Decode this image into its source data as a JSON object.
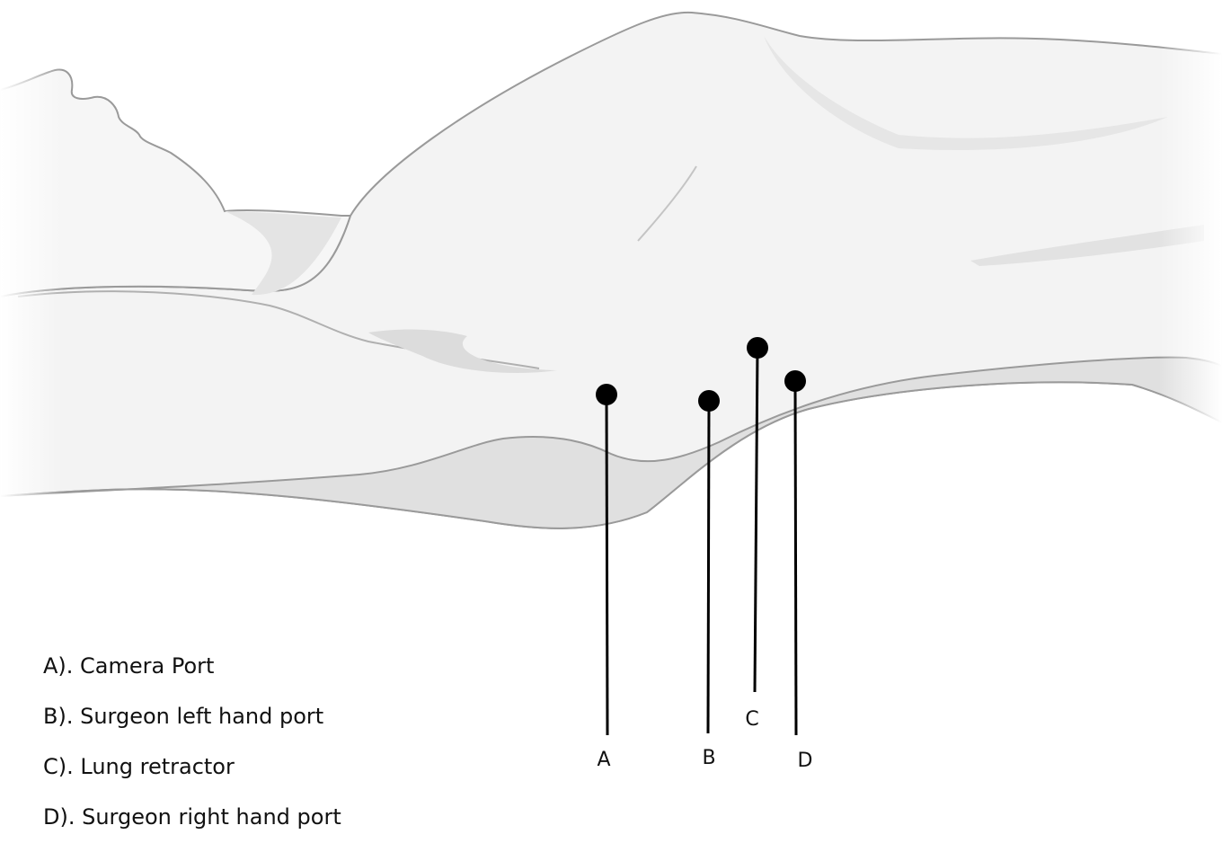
{
  "ports": [
    {
      "letter": "A",
      "description": "A). Camera Port"
    },
    {
      "letter": "B",
      "description": "B). Surgeon left hand port"
    },
    {
      "letter": "C",
      "description": "C). Lung retractor"
    },
    {
      "letter": "D",
      "description": "D). Surgeon right hand port"
    }
  ],
  "colors": {
    "body_fill": "#f3f3f3",
    "shade_fill": "#e0e0e0",
    "outline": "#9a9a9a",
    "marker": "#000000"
  }
}
